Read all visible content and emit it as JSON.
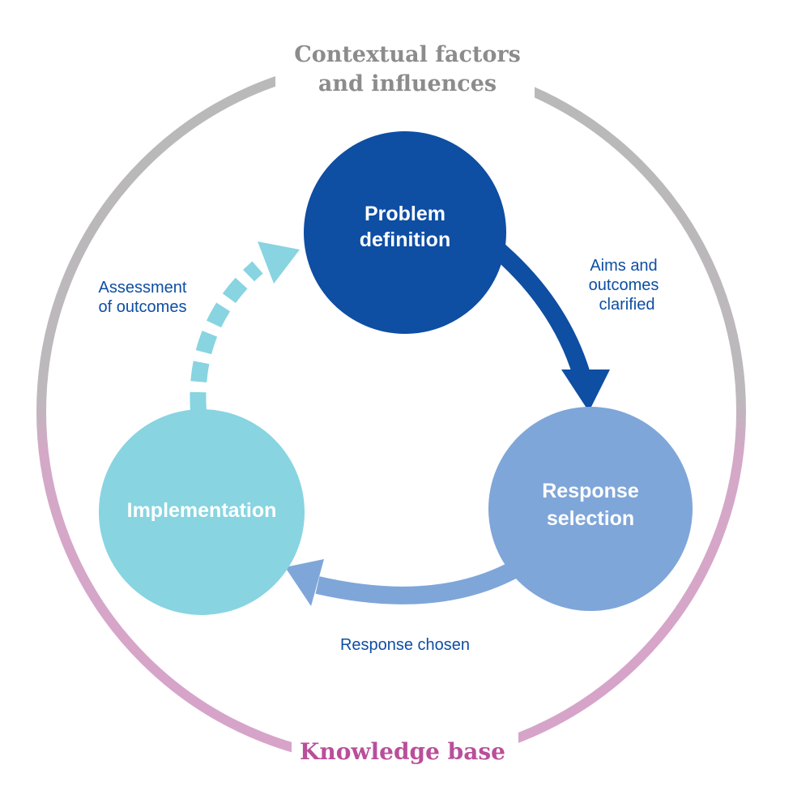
{
  "frame": {
    "top_label_line1": "Contextual factors",
    "top_label_line2": "and influences",
    "bottom_label": "Knowledge base",
    "top_color": "#b9b9b9",
    "bottom_color": "#d7a3c9"
  },
  "nodes": {
    "problem": {
      "line1": "Problem",
      "line2": "definition",
      "color": "#0e4ea3"
    },
    "response": {
      "line1": "Response",
      "line2": "selection",
      "color": "#7fa6d9"
    },
    "implementation": {
      "line1": "Implementation",
      "color": "#88d4e1"
    }
  },
  "edges": {
    "aims": {
      "line1": "Aims and",
      "line2": "outcomes",
      "line3": "clarified",
      "color": "#0e4ea3"
    },
    "chosen": {
      "line1": "Response chosen",
      "color": "#7fa6d9"
    },
    "assessment": {
      "line1": "Assessment",
      "line2": "of outcomes",
      "color": "#88d4e1"
    }
  }
}
